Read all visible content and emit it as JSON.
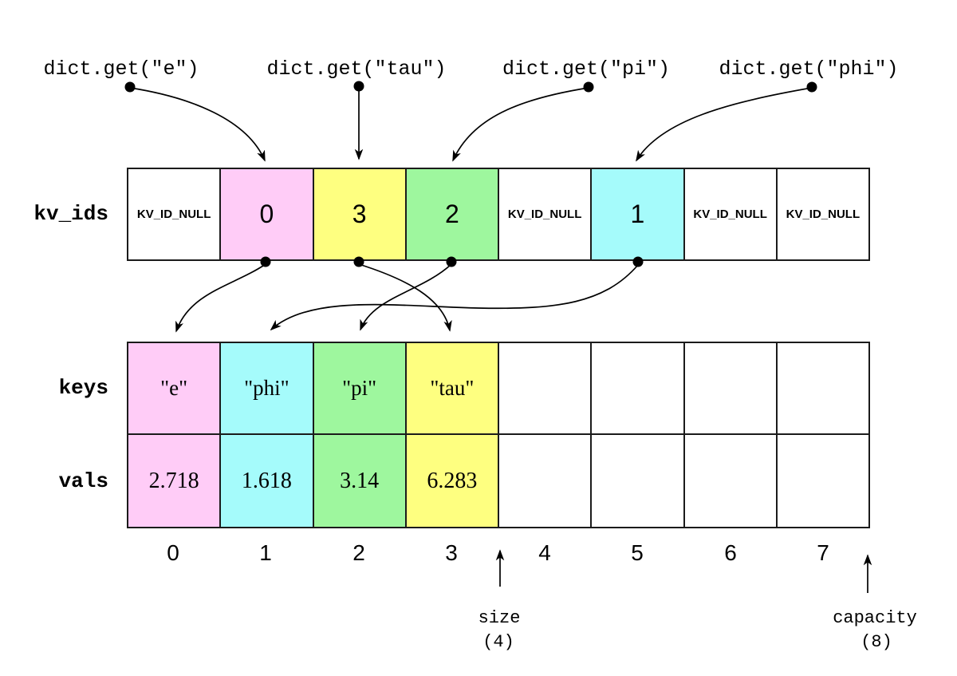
{
  "queries": [
    {
      "label": "dict.get(\"e\")"
    },
    {
      "label": "dict.get(\"tau\")"
    },
    {
      "label": "dict.get(\"pi\")"
    },
    {
      "label": "dict.get(\"phi\")"
    }
  ],
  "kv_ids": {
    "label": "kv_ids",
    "cells": [
      {
        "text": "KV_ID_NULL",
        "color": "white"
      },
      {
        "text": "0",
        "color": "pink"
      },
      {
        "text": "3",
        "color": "yellow"
      },
      {
        "text": "2",
        "color": "green"
      },
      {
        "text": "KV_ID_NULL",
        "color": "white"
      },
      {
        "text": "1",
        "color": "cyan"
      },
      {
        "text": "KV_ID_NULL",
        "color": "white"
      },
      {
        "text": "KV_ID_NULL",
        "color": "white"
      }
    ]
  },
  "keys": {
    "label": "keys",
    "cells": [
      {
        "text": "\"e\"",
        "color": "pink"
      },
      {
        "text": "\"phi\"",
        "color": "cyan"
      },
      {
        "text": "\"pi\"",
        "color": "green"
      },
      {
        "text": "\"tau\"",
        "color": "yellow"
      },
      {
        "text": "",
        "color": "white"
      },
      {
        "text": "",
        "color": "white"
      },
      {
        "text": "",
        "color": "white"
      },
      {
        "text": "",
        "color": "white"
      }
    ]
  },
  "vals": {
    "label": "vals",
    "cells": [
      {
        "text": "2.718",
        "color": "pink"
      },
      {
        "text": "1.618",
        "color": "cyan"
      },
      {
        "text": "3.14",
        "color": "green"
      },
      {
        "text": "6.283",
        "color": "yellow"
      },
      {
        "text": "",
        "color": "white"
      },
      {
        "text": "",
        "color": "white"
      },
      {
        "text": "",
        "color": "white"
      },
      {
        "text": "",
        "color": "white"
      }
    ]
  },
  "indices": [
    "0",
    "1",
    "2",
    "3",
    "4",
    "5",
    "6",
    "7"
  ],
  "annotations": {
    "size": {
      "label": "size",
      "value": "(4)"
    },
    "capacity": {
      "label": "capacity",
      "value": "(8)"
    }
  },
  "colors": {
    "white": "#ffffff",
    "pink": "#ffccf7",
    "yellow": "#feff80",
    "green": "#9ef79e",
    "cyan": "#a5fbfb",
    "line": "#000000"
  }
}
